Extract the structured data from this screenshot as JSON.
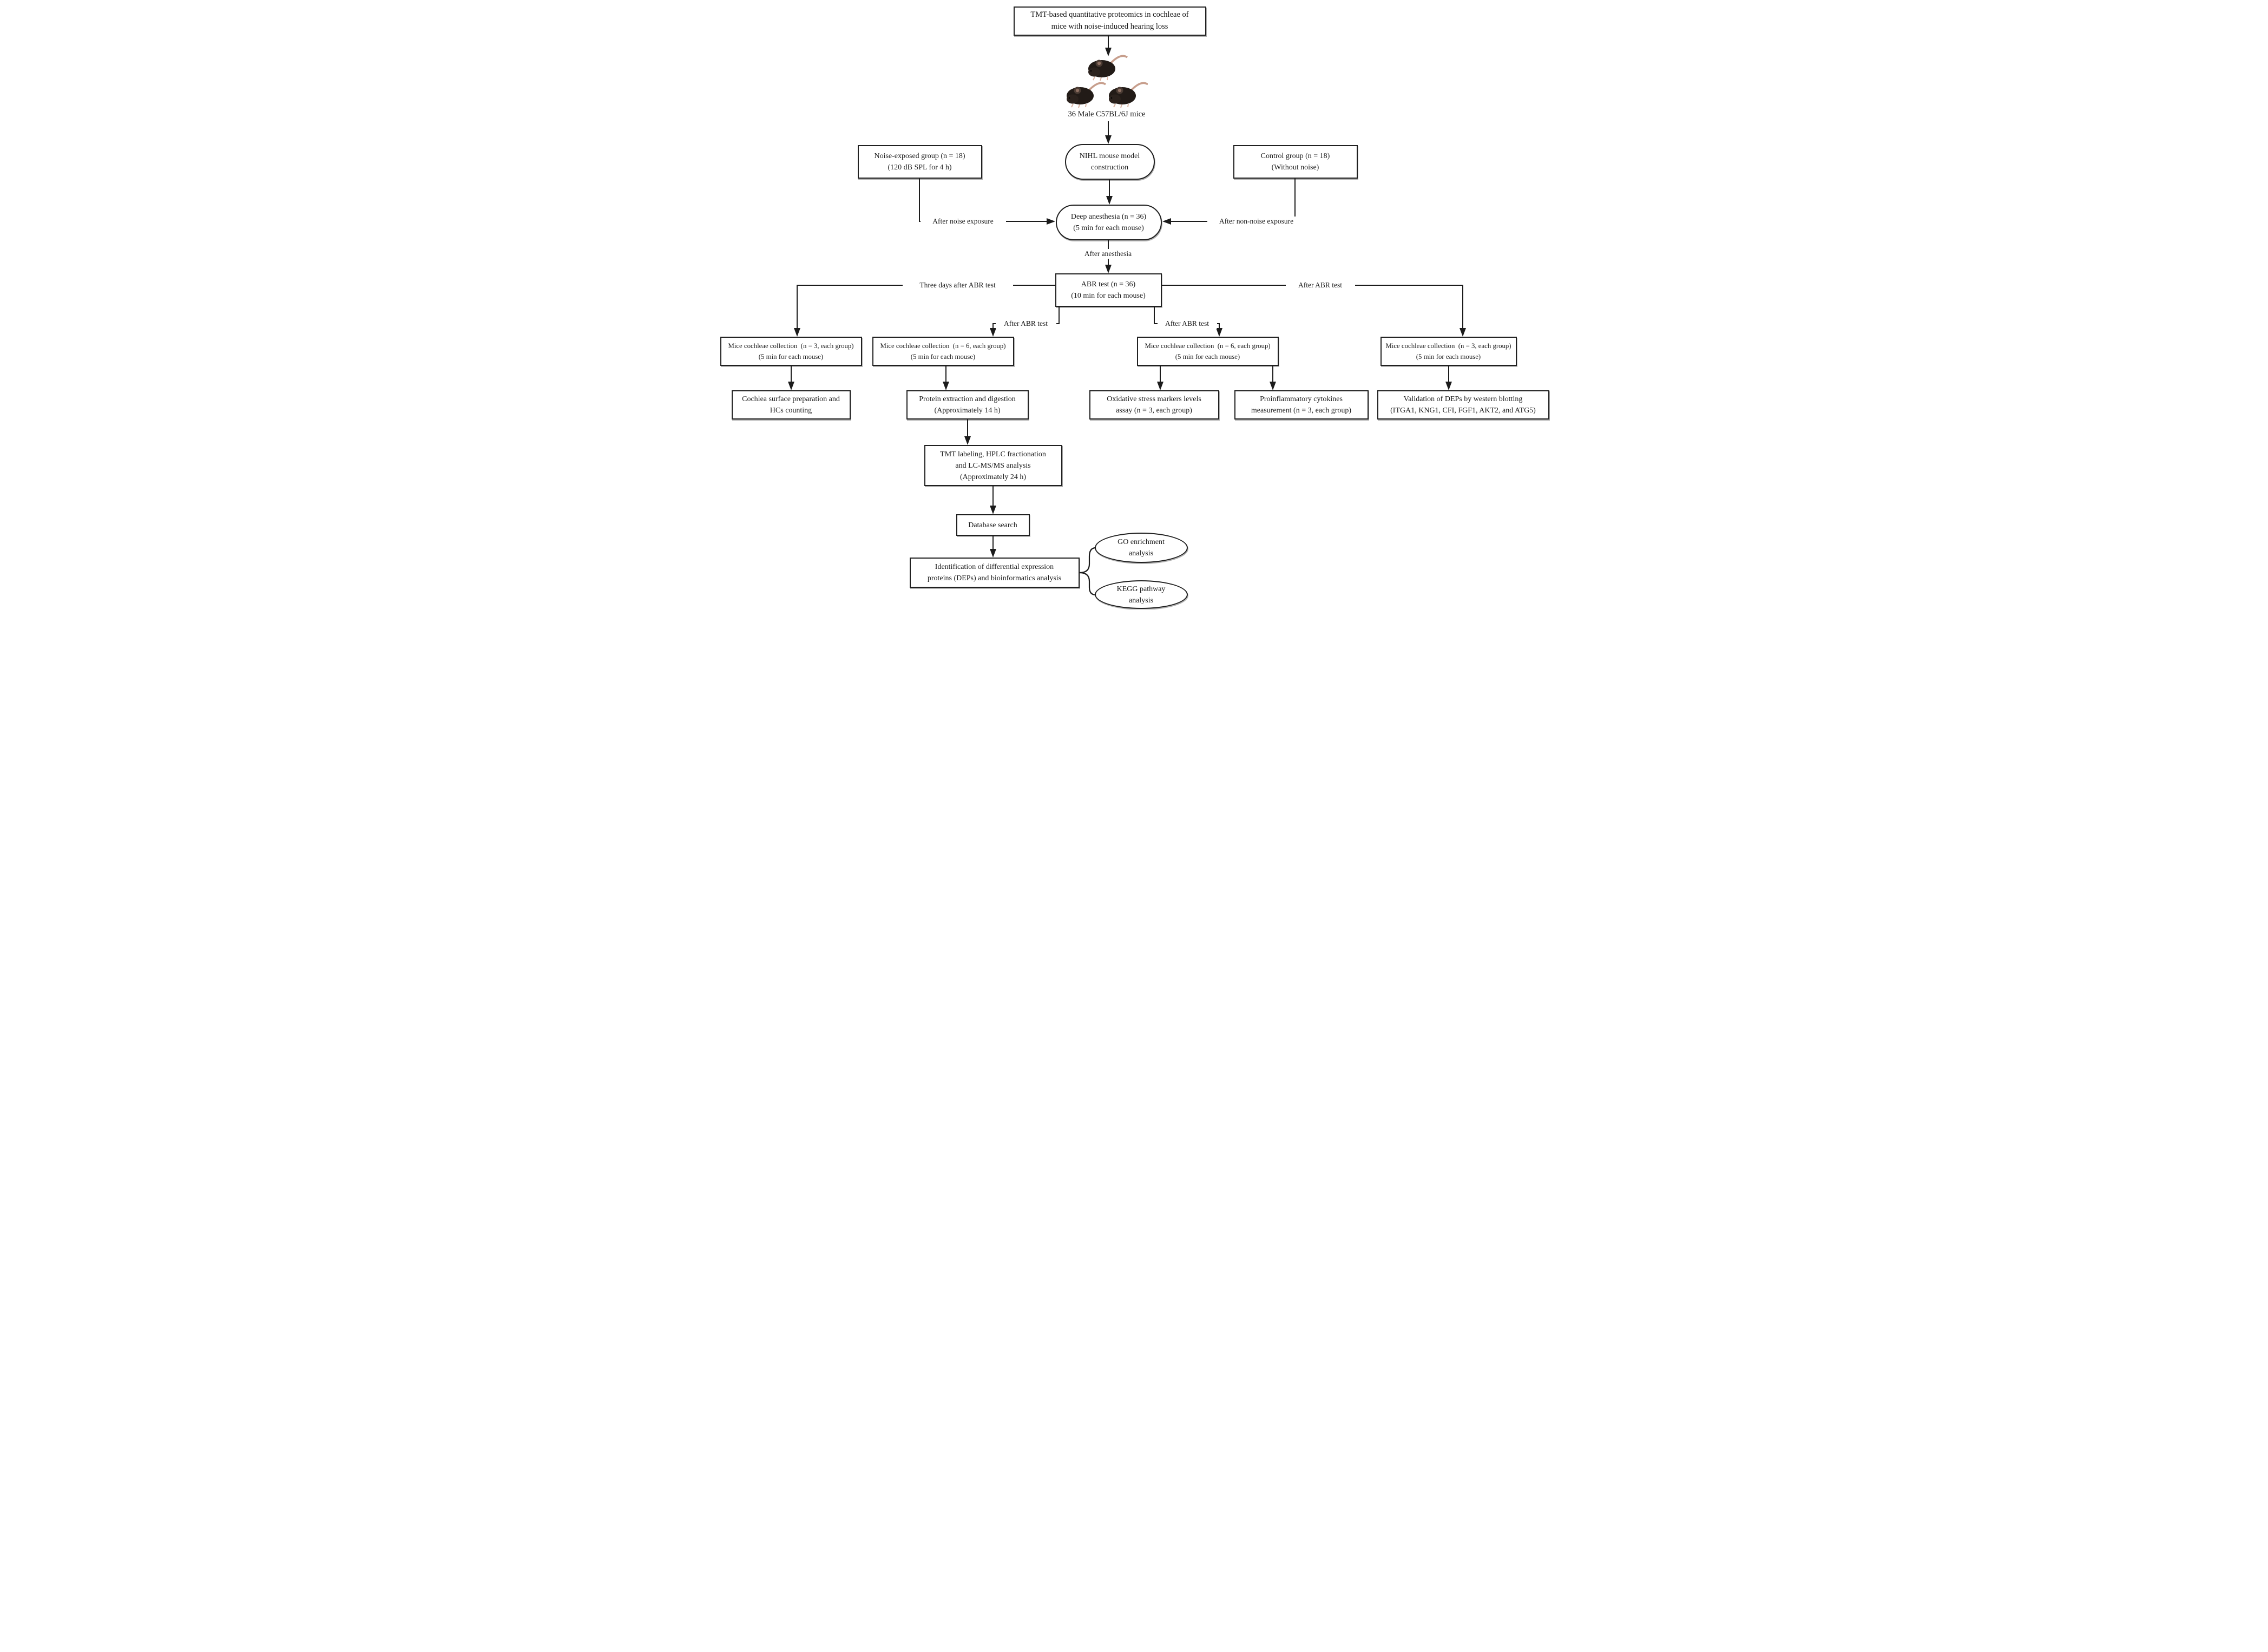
{
  "figure": {
    "background_color": "#ffffff",
    "line_color": "#1c1c1c",
    "mice_icon": "three-black-mice-photo"
  },
  "nodes": {
    "title": {
      "lines": [
        "TMT-based quantitative proteomics in cochleae of",
        "mice with noise-induced hearing loss"
      ]
    },
    "mice_caption": {
      "text": "36 Male C57BL/6J mice"
    },
    "noise_group": {
      "lines": [
        "Noise-exposed group (n = 18)",
        "(120 dB SPL for 4 h)"
      ]
    },
    "nihl_model": {
      "lines": [
        "NIHL mouse model",
        "construction"
      ]
    },
    "control_group": {
      "lines": [
        "Control group (n = 18)",
        "(Without noise)"
      ]
    },
    "deep_anesthesia": {
      "lines": [
        "Deep anesthesia (n = 36)",
        "(5 min for each mouse)"
      ]
    },
    "abr_test": {
      "lines": [
        "ABR test (n = 36)",
        "(10 min for each mouse)"
      ]
    },
    "collection_1": {
      "lines": [
        "Mice cochleae collection  (n = 3, each group)",
        "(5 min for each mouse)"
      ]
    },
    "collection_2": {
      "lines": [
        "Mice cochleae collection  (n = 6, each group)",
        "(5 min for each mouse)"
      ]
    },
    "collection_3": {
      "lines": [
        "Mice cochleae collection  (n = 6, each group)",
        "(5 min for each mouse)"
      ]
    },
    "collection_4": {
      "lines": [
        "Mice cochleae collection  (n = 3, each group)",
        "(5 min for each mouse)"
      ]
    },
    "cochlea_surface": {
      "lines": [
        "Cochlea surface preparation and",
        "HCs counting"
      ]
    },
    "protein_extraction": {
      "lines": [
        "Protein extraction and digestion",
        "(Approximately 14 h)"
      ]
    },
    "oxidative_stress": {
      "lines": [
        "Oxidative stress markers levels",
        "assay (n = 3, each group)"
      ]
    },
    "proinflammatory": {
      "lines": [
        "Proinflammatory cytokines",
        "measurement (n = 3, each group)"
      ]
    },
    "validation": {
      "lines": [
        "Validation of DEPs by western blotting",
        "(ITGA1, KNG1, CFI, FGF1, AKT2, and ATG5)"
      ]
    },
    "tmt_labeling": {
      "lines": [
        "TMT labeling, HPLC fractionation",
        "and LC-MS/MS analysis",
        "(Approximately 24 h)"
      ]
    },
    "database_search": {
      "lines": [
        "Database search"
      ]
    },
    "identification": {
      "lines": [
        "Identification of differential expression",
        "proteins (DEPs) and bioinformatics analysis"
      ]
    },
    "go_enrichment": {
      "lines": [
        "GO enrichment",
        "analysis"
      ]
    },
    "kegg_pathway": {
      "lines": [
        "KEGG pathway",
        "analysis"
      ]
    }
  },
  "edge_labels": {
    "after_noise": "After noise exposure",
    "after_non_noise": "After non-noise exposure",
    "after_anesthesia": "After anesthesia",
    "three_days_after_abr": "Three days after ABR test",
    "after_abr_left": "After ABR test",
    "after_abr_mid": "After ABR test",
    "after_abr_right": "After ABR test"
  }
}
